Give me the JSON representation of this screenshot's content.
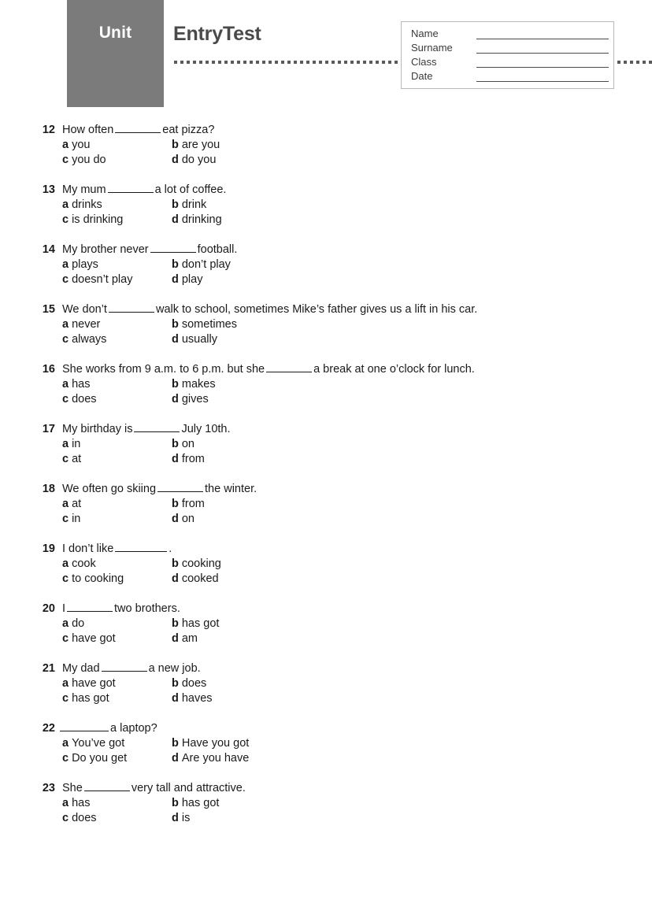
{
  "header": {
    "unit_label": "Unit",
    "title": "EntryTest",
    "name_box": {
      "fields": [
        {
          "label": "Name"
        },
        {
          "label": "Surname"
        },
        {
          "label": "Class"
        },
        {
          "label": "Date"
        }
      ]
    }
  },
  "questions": [
    {
      "number": "12",
      "stem_before": "How often",
      "blank": "short",
      "stem_after": "eat pizza?",
      "options": [
        {
          "letter": "a",
          "text": "you"
        },
        {
          "letter": "b",
          "text": "are you"
        },
        {
          "letter": "c",
          "text": "you do"
        },
        {
          "letter": "d",
          "text": "do you"
        }
      ]
    },
    {
      "number": "13",
      "stem_before": "My mum",
      "blank": "short",
      "stem_after": "a lot of coffee.",
      "options": [
        {
          "letter": "a",
          "text": "drinks"
        },
        {
          "letter": "b",
          "text": "drink"
        },
        {
          "letter": "c",
          "text": "is drinking"
        },
        {
          "letter": "d",
          "text": "drinking"
        }
      ]
    },
    {
      "number": "14",
      "stem_before": "My brother never",
      "blank": "short",
      "stem_after": "football.",
      "options": [
        {
          "letter": "a",
          "text": "plays"
        },
        {
          "letter": "b",
          "text": "don’t play"
        },
        {
          "letter": "c",
          "text": "doesn’t play"
        },
        {
          "letter": "d",
          "text": "play"
        }
      ]
    },
    {
      "number": "15",
      "stem_before": "We don’t",
      "blank": "short",
      "stem_after": "walk to school, sometimes Mike’s father gives us a lift in his car.",
      "options": [
        {
          "letter": "a",
          "text": "never"
        },
        {
          "letter": "b",
          "text": "sometimes"
        },
        {
          "letter": "c",
          "text": "always"
        },
        {
          "letter": "d",
          "text": "usually"
        }
      ]
    },
    {
      "number": "16",
      "stem_before": "She works from 9 a.m. to 6 p.m. but she",
      "blank": "short",
      "stem_after": "a break at one o’clock for lunch.",
      "options": [
        {
          "letter": "a",
          "text": "has"
        },
        {
          "letter": "b",
          "text": "makes"
        },
        {
          "letter": "c",
          "text": "does"
        },
        {
          "letter": "d",
          "text": "gives"
        }
      ]
    },
    {
      "number": "17",
      "stem_before": "My birthday is",
      "blank": "short",
      "stem_after": "July 10th.",
      "options": [
        {
          "letter": "a",
          "text": "in"
        },
        {
          "letter": "b",
          "text": "on"
        },
        {
          "letter": "c",
          "text": "at"
        },
        {
          "letter": "d",
          "text": "from"
        }
      ]
    },
    {
      "number": "18",
      "stem_before": "We often go skiing",
      "blank": "short",
      "stem_after": "the winter.",
      "options": [
        {
          "letter": "a",
          "text": "at"
        },
        {
          "letter": "b",
          "text": "from"
        },
        {
          "letter": "c",
          "text": "in"
        },
        {
          "letter": "d",
          "text": "on"
        }
      ]
    },
    {
      "number": "19",
      "stem_before": "I don’t like",
      "blank": "long",
      "stem_after": ".",
      "options": [
        {
          "letter": "a",
          "text": "cook"
        },
        {
          "letter": "b",
          "text": "cooking"
        },
        {
          "letter": "c",
          "text": "to cooking"
        },
        {
          "letter": "d",
          "text": "cooked"
        }
      ]
    },
    {
      "number": "20",
      "stem_before": "I",
      "blank": "short",
      "stem_after": "two brothers.",
      "options": [
        {
          "letter": "a",
          "text": "do"
        },
        {
          "letter": "b",
          "text": "has got"
        },
        {
          "letter": "c",
          "text": "have got"
        },
        {
          "letter": "d",
          "text": "am"
        }
      ]
    },
    {
      "number": "21",
      "stem_before": "My dad",
      "blank": "short",
      "stem_after": "a new job.",
      "options": [
        {
          "letter": "a",
          "text": "have got"
        },
        {
          "letter": "b",
          "text": "does"
        },
        {
          "letter": "c",
          "text": "has got"
        },
        {
          "letter": "d",
          "text": "haves"
        }
      ]
    },
    {
      "number": "22",
      "stem_before": "",
      "blank": "med",
      "stem_after": "a laptop?",
      "indent_blank": true,
      "options": [
        {
          "letter": "a",
          "text": "You’ve got"
        },
        {
          "letter": "b",
          "text": "Have you got"
        },
        {
          "letter": "c",
          "text": "Do you get"
        },
        {
          "letter": "d",
          "text": "Are you have"
        }
      ]
    },
    {
      "number": "23",
      "stem_before": "She",
      "blank": "short",
      "stem_after": "very tall and attractive.",
      "options": [
        {
          "letter": "a",
          "text": "has"
        },
        {
          "letter": "b",
          "text": "has got"
        },
        {
          "letter": "c",
          "text": "does"
        },
        {
          "letter": "d",
          "text": "is"
        }
      ]
    }
  ]
}
